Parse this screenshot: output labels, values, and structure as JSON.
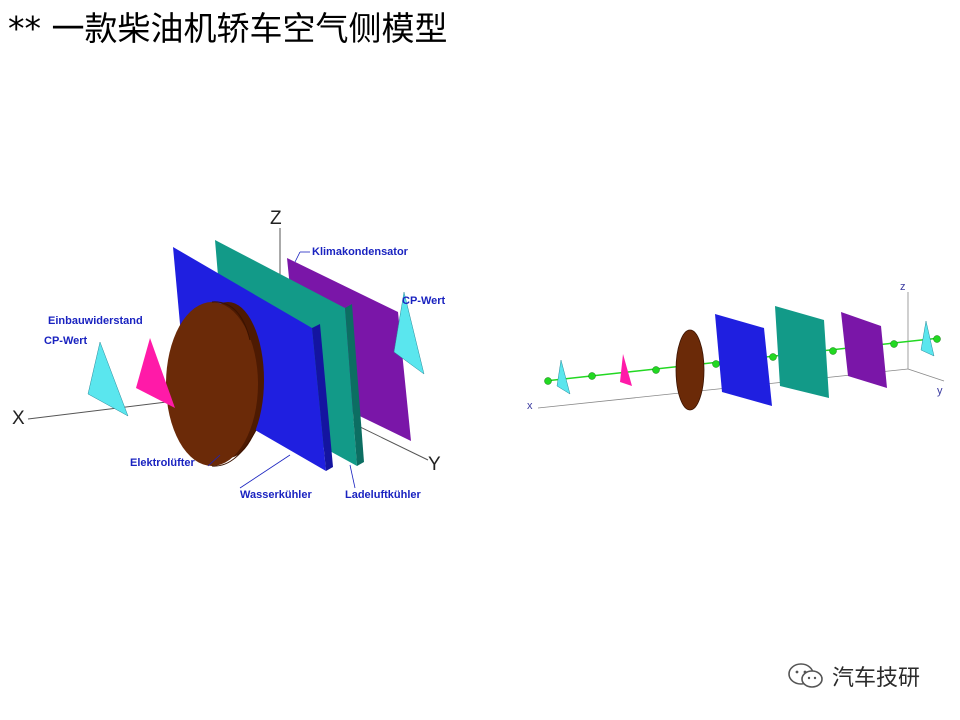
{
  "slide": {
    "title": "** 一款柴油机轿车空气侧模型"
  },
  "left_diagram": {
    "axes": {
      "x": "X",
      "y": "Y",
      "z": "Z"
    },
    "labels": {
      "klimakondensator": "Klimakondensator",
      "cp_wert_right": "CP-Wert",
      "einbauwiderstand": "Einbauwiderstand",
      "cp_wert_left": "CP-Wert",
      "elektroluefter": "Elektrolüfter",
      "wasserkuehler": "Wasserkühler",
      "ladeluftkuehler": "Ladeluftkühler"
    }
  },
  "right_diagram": {
    "axes": {
      "x": "x",
      "y": "y",
      "z": "z"
    }
  },
  "watermark": {
    "text": "汽车技研",
    "icon": "wechat-icon"
  },
  "colors": {
    "fan": "#6b2a08",
    "water_cooler": "#1f1fe0",
    "charge_air_cooler": "#129a88",
    "condenser": "#7a16a8",
    "cp_value": "#5ae6ee",
    "installation_resistance": "#ff1aa8",
    "flow_line": "#22d822"
  }
}
